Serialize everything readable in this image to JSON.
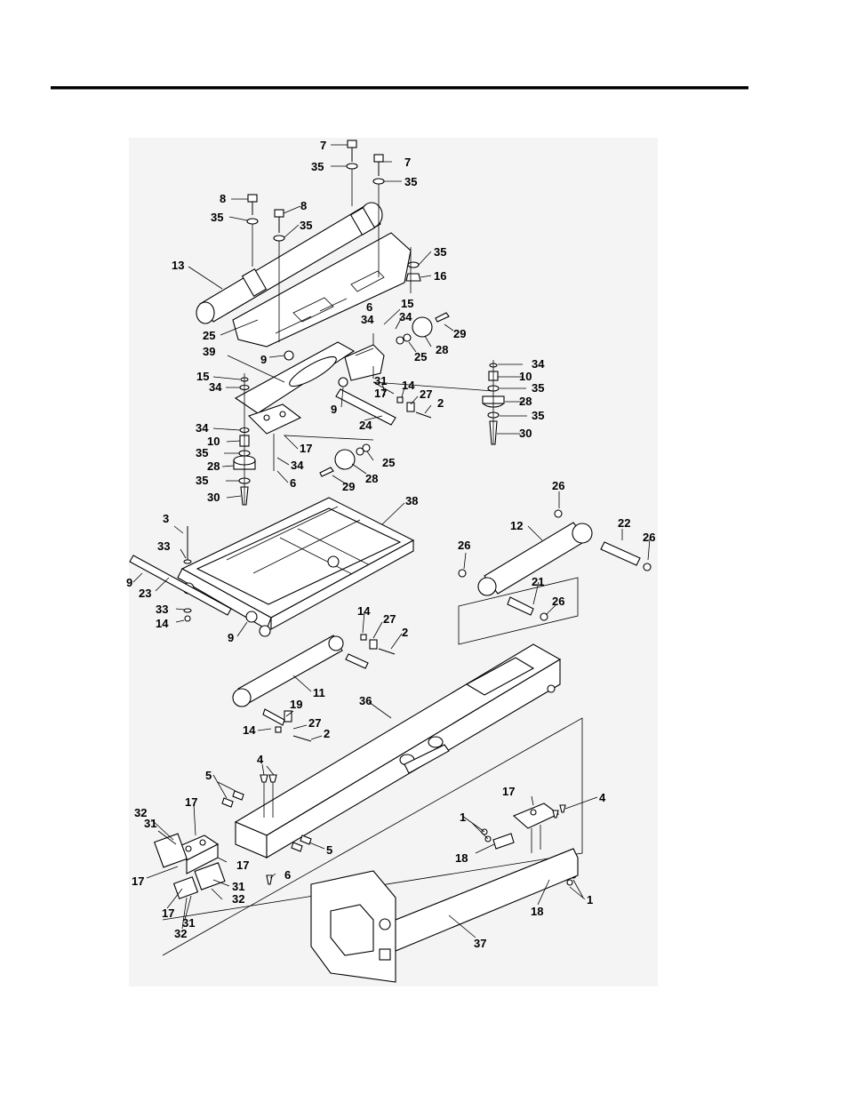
{
  "callouts": {
    "c7a": "7",
    "c35a": "35",
    "c7b": "7",
    "c35b": "35",
    "c8a": "8",
    "c35c": "35",
    "c8b": "8",
    "c35d": "35",
    "c35e": "35",
    "c16": "16",
    "c13": "13",
    "c6a": "6",
    "c15a": "15",
    "c34a": "34",
    "c34b": "34",
    "c29a": "29",
    "c25a": "25",
    "c25b": "25",
    "c28a": "28",
    "c9a": "9",
    "c39": "39",
    "c31a": "31",
    "c17a": "17",
    "c15b": "15",
    "c34c": "34",
    "c14a": "14",
    "c27a": "27",
    "c2a": "2",
    "c9b": "9",
    "c24": "24",
    "c34d": "34",
    "c10a": "10",
    "c35f": "35",
    "c28b": "28",
    "c35g": "35",
    "c30a": "30",
    "c34e": "34",
    "c10b": "10",
    "c35h": "35",
    "c28c": "28",
    "c35i": "35",
    "c30b": "30",
    "c17b": "17",
    "c34f": "34",
    "c6b": "6",
    "c25c": "25",
    "c29b": "29",
    "c28d": "28",
    "c3": "3",
    "c38": "38",
    "c26a": "26",
    "c12": "12",
    "c22": "22",
    "c26b": "26",
    "c33a": "33",
    "c9c": "9",
    "c23": "23",
    "c33b": "33",
    "c14b": "14",
    "c26c": "26",
    "c21": "21",
    "c26d": "26",
    "c9d": "9",
    "c14c": "14",
    "c27b": "27",
    "c2b": "2",
    "c11": "11",
    "c36": "36",
    "c19": "19",
    "c27c": "27",
    "c14d": "14",
    "c2c": "2",
    "c4a": "4",
    "c5a": "5",
    "c17c": "17",
    "c4b": "4",
    "c32a": "32",
    "c31b": "31",
    "c17d": "17",
    "c1a": "1",
    "c17e": "17",
    "c17f": "17",
    "c5b": "5",
    "c18a": "18",
    "c6c": "6",
    "c31c": "31",
    "c32b": "32",
    "c1b": "1",
    "c17g": "17",
    "c31d": "31",
    "c32c": "32",
    "c18b": "18",
    "c37": "37"
  }
}
